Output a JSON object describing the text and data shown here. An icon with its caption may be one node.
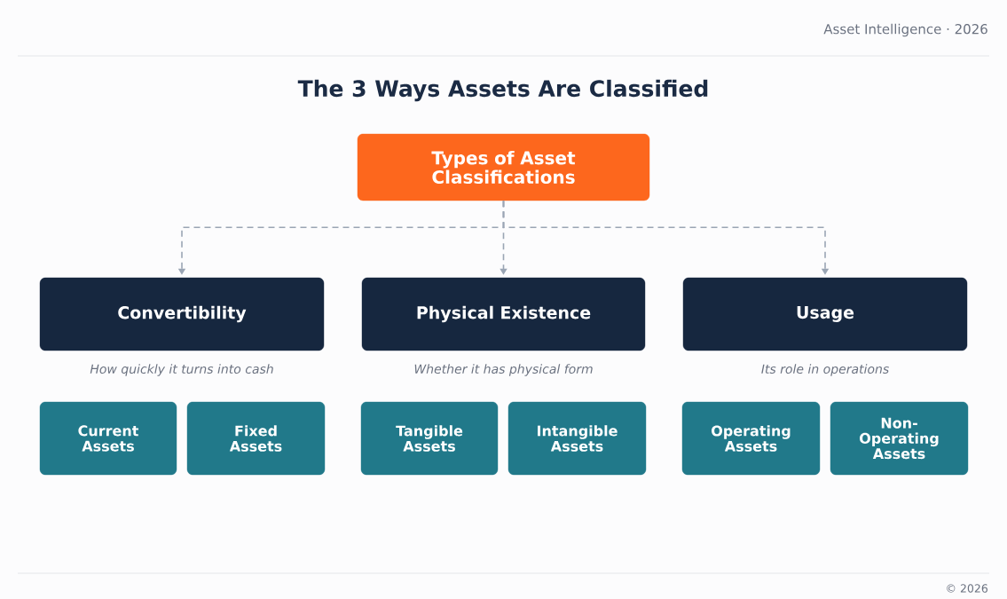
{
  "diagram": {
    "title": "The 3 Ways Assets Are Classified",
    "nodes": [
      {
        "text": [
          "Types of Asset Classifications"
        ]
      },
      {
        "text": [
          "Convertibility"
        ],
        "beside": [
          "How quickly it turns into cash"
        ]
      },
      {
        "text": [
          "Physical Existence"
        ],
        "beside": [
          "Whether it has physical form"
        ]
      },
      {
        "text": [
          "Usage"
        ],
        "beside": [
          "Its role in operations"
        ]
      },
      {
        "text": [
          "Current Assets"
        ]
      },
      {
        "text": [
          "Fixed Assets"
        ]
      },
      {
        "text": [
          "Tangible Assets"
        ]
      },
      {
        "text": [
          "Intangible Assets"
        ]
      },
      {
        "text": [
          "Operating Assets"
        ]
      },
      {
        "text": [
          "Non-Operating Assets"
        ]
      }
    ],
    "edges": [
      {
        "from": 0,
        "to": 1,
        "arrow": "to",
        "style": "dashed"
      },
      {
        "from": 0,
        "to": 2,
        "arrow": "to",
        "style": "dashed"
      },
      {
        "from": 0,
        "to": 3,
        "arrow": "to",
        "style": "dashed"
      }
    ],
    "labels": [
      "Asset Intelligence · 2026",
      "© 2026"
    ]
  }
}
